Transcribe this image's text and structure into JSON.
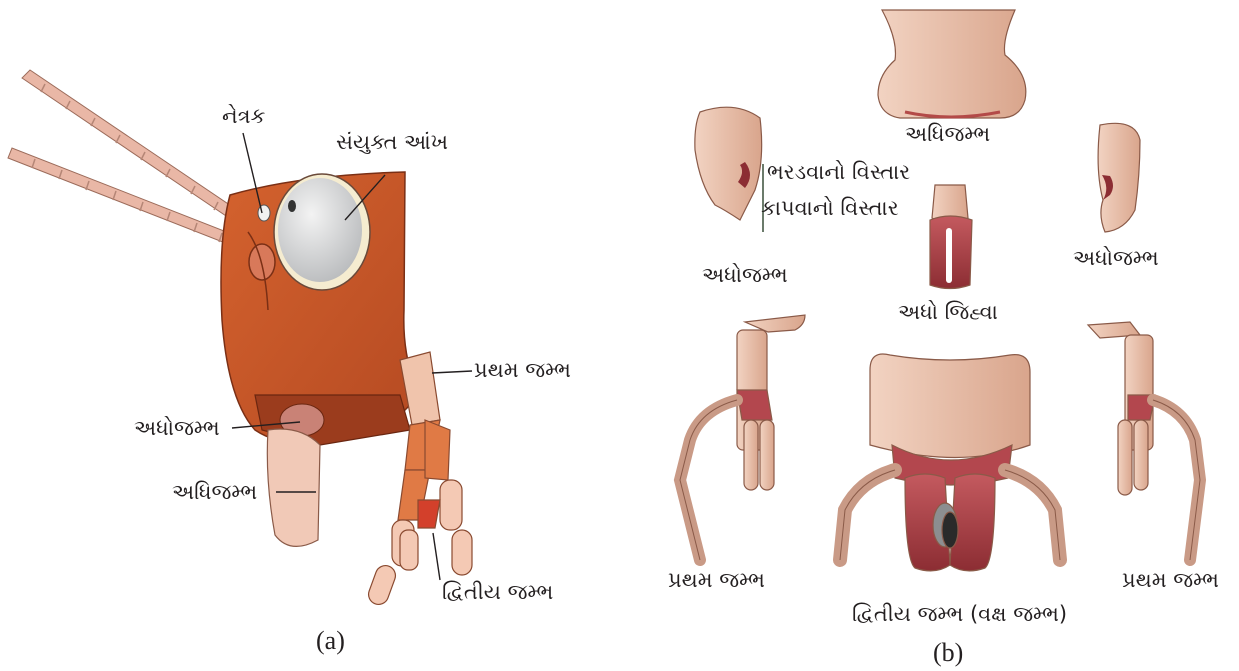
{
  "panel_a": {
    "caption": "(a)",
    "labels": {
      "ocellus": "નેત્રક",
      "compound_eye": "સંયુક્ત આંખ",
      "first_maxilla": "પ્રથમ જમ્ભ",
      "mandible": "અધોજમ્ભ",
      "labrum": "અધિજમ્ભ",
      "second_maxilla": "દ્વિતીય જમ્ભ"
    }
  },
  "panel_b": {
    "caption": "(b)",
    "labels": {
      "labrum": "અધિજમ્ભ",
      "grinding_region": "ભરડવાનો વિસ્તાર",
      "cutting_region": "કાપવાનો વિસ્તાર",
      "mandible_left": "અધોજમ્ભ",
      "mandible_right": "અધોજમ્ભ",
      "hypopharynx": "અધો જિહ્વા",
      "first_maxilla_left": "પ્રથમ જમ્ભ",
      "first_maxilla_right": "પ્રથમ જમ્ભ",
      "second_maxilla": "દ્વિતીય જમ્ભ (વક્ષ જમ્ભ)"
    }
  },
  "colors": {
    "head": "#c8572a",
    "head_dark": "#9c3f1f",
    "eye": "#d9dadb",
    "part_light": "#e6b8a2",
    "part_dark": "#b3474e",
    "text": "#231f20"
  }
}
